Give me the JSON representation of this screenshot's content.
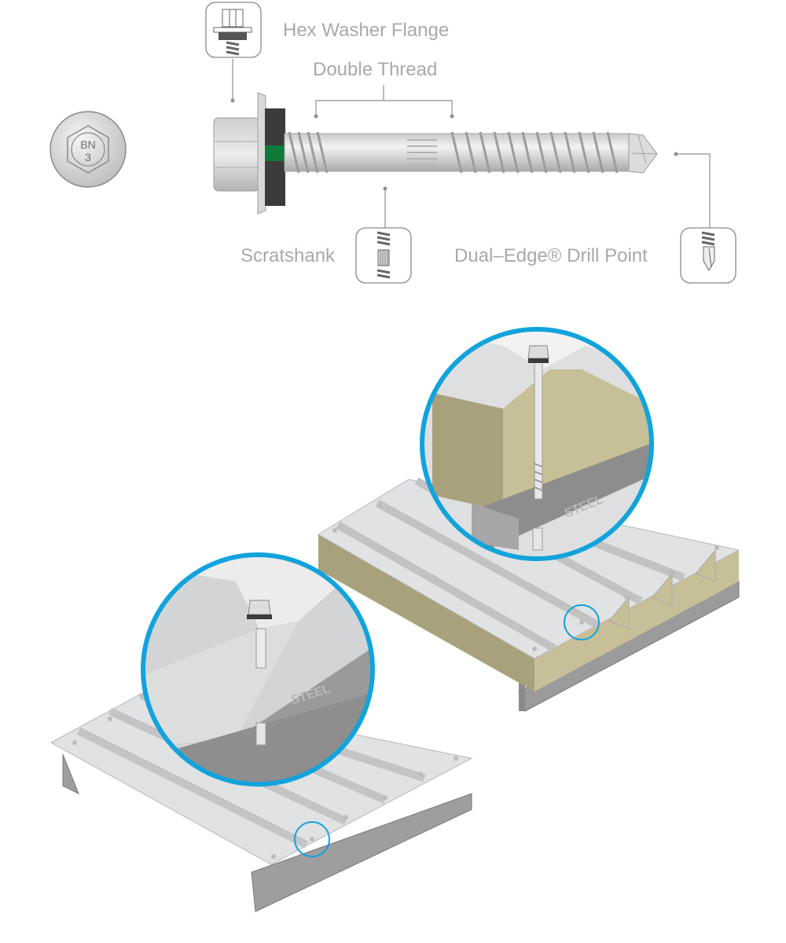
{
  "labels": {
    "hex_washer_flange": "Hex Washer Flange",
    "double_thread": "Double Thread",
    "scratshank": "Scratshank",
    "drill_point": "Dual–Edge® Drill Point"
  },
  "head_marking": {
    "line1": "BN",
    "line2": "3"
  },
  "detail_left": {
    "material": "STEEL"
  },
  "detail_right": {
    "material": "STEEL"
  },
  "colors": {
    "accent_ring": "#12a3dc",
    "sealing_washer": "#3d3a3a",
    "washer_band": "#0f7a3a",
    "insulation_core": "#c7bf98",
    "steel": "#d2d3d4"
  }
}
